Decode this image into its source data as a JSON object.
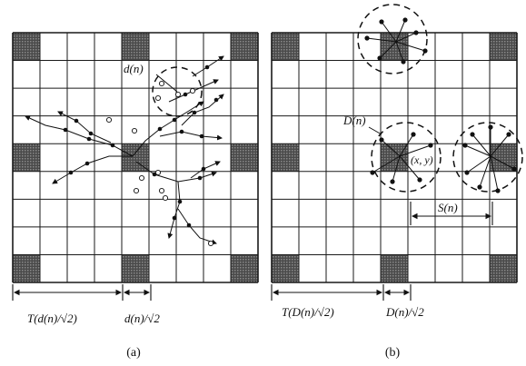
{
  "panel_a": {
    "caption": "(a)",
    "radius_label": "d(n)",
    "span_label": "T(d(n)/√2)",
    "cell_label": "d(n)/√2"
  },
  "panel_b": {
    "caption": "(b)",
    "radius_label": "D(n)",
    "point_label": "(x, y)",
    "spacing_label": "S(n)",
    "span_label": "T(D(n)/√2)",
    "cell_label": "D(n)/√2"
  },
  "colors": {
    "grid": "#1a1a1a",
    "shaded_cell": "#555555",
    "background": "#ffffff"
  }
}
